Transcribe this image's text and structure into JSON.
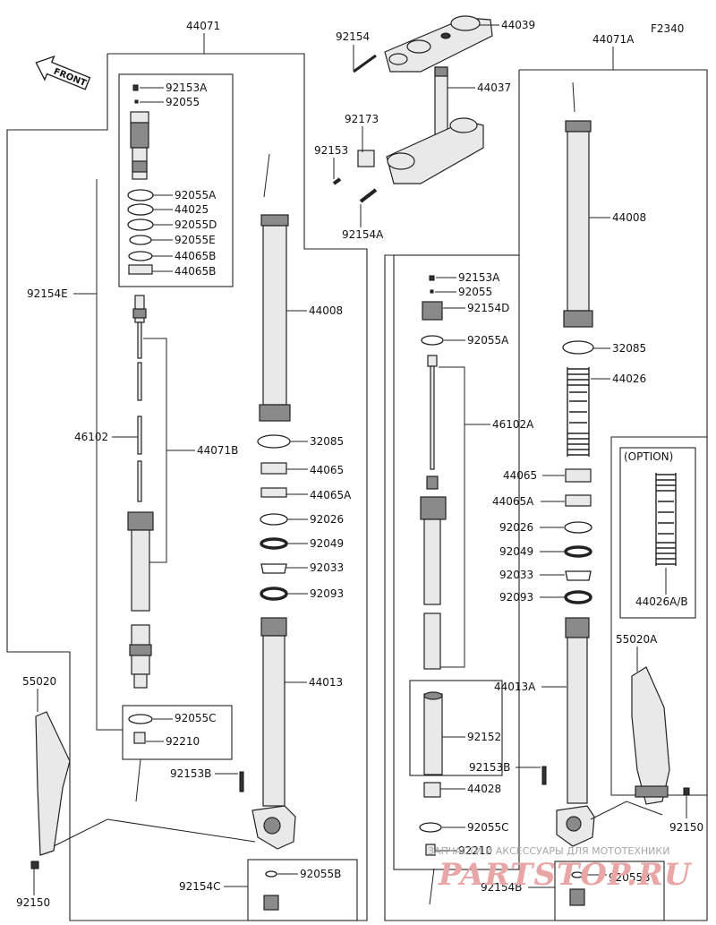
{
  "diagram_code": "F2340",
  "front_label": "FRONT",
  "option_label": "(OPTION)",
  "watermark": {
    "line1": "ЗАПЧАСТИ И АКСЕССУАРЫ ДЛЯ МОТОТЕХНИКИ",
    "line2": "PARTSTOP.RU"
  },
  "labels": {
    "p44071": "44071",
    "p44071A": "44071A",
    "p44039": "44039",
    "p44037": "44037",
    "p92154_top": "92154",
    "p92173": "92173",
    "p92153_top": "92153",
    "p92154A": "92154A",
    "L_92153A": "92153A",
    "L_92055": "92055",
    "L_92055A": "92055A",
    "L_44025": "44025",
    "L_92055D": "92055D",
    "L_92055E": "92055E",
    "L_44065B_1": "44065B",
    "L_44065B_2": "44065B",
    "L_92154E": "92154E",
    "L_46102": "46102",
    "L_44071B": "44071B",
    "L_44008": "44008",
    "L_32085": "32085",
    "L_44065": "44065",
    "L_44065A": "44065A",
    "L_92026": "92026",
    "L_92049": "92049",
    "L_92033": "92033",
    "L_92093": "92093",
    "L_44013": "44013",
    "L_55020": "55020",
    "L_92055C": "92055C",
    "L_92210": "92210",
    "L_92153B": "92153B",
    "L_92154C": "92154C",
    "L_92055B": "92055B",
    "L_92150": "92150",
    "R_92153A": "92153A",
    "R_92055": "92055",
    "R_92154D": "92154D",
    "R_92055A": "92055A",
    "R_46102A": "46102A",
    "R_44008": "44008",
    "R_32085": "32085",
    "R_44026": "44026",
    "R_44065": "44065",
    "R_44065A": "44065A",
    "R_92026": "92026",
    "R_92049": "92049",
    "R_92033": "92033",
    "R_92093": "92093",
    "R_44013A": "44013A",
    "R_55020A": "55020A",
    "R_92152": "92152",
    "R_92153B": "92153B",
    "R_44028": "44028",
    "R_92055C": "92055C",
    "R_92210": "92210",
    "R_92154B": "92154B",
    "R_92055B": "92055B",
    "R_92150": "92150",
    "R_44026AB": "44026A/B"
  }
}
